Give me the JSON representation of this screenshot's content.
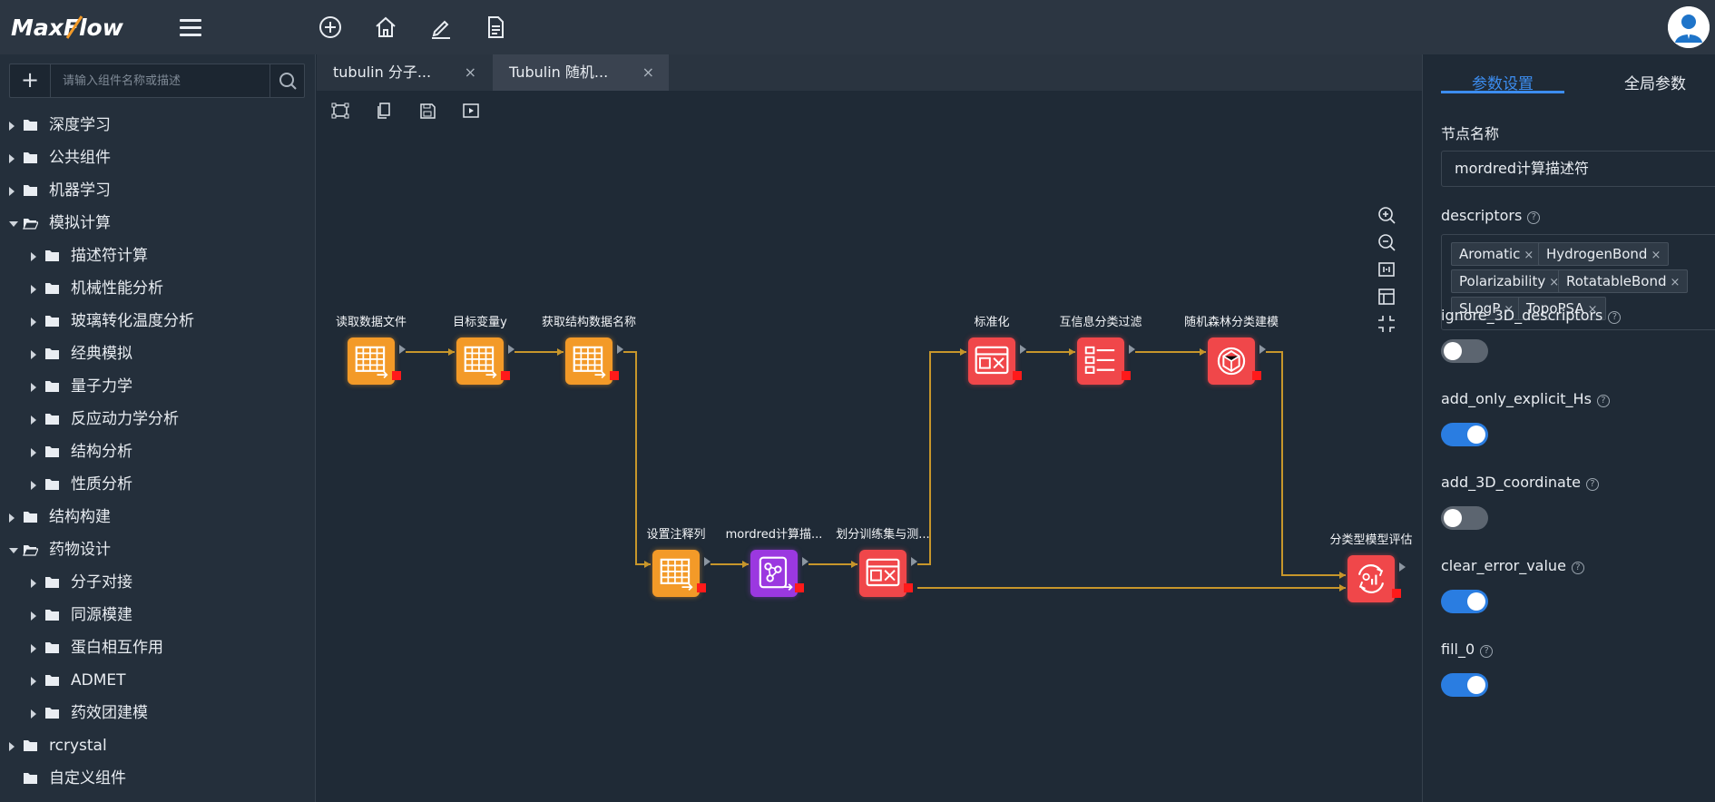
{
  "app": {
    "logo_text": "MaxFlow"
  },
  "topbar": {
    "icons": [
      "plus-circle-icon",
      "home-icon",
      "edit-icon",
      "document-icon"
    ]
  },
  "sidebar": {
    "search_placeholder": "请输入组件名称或描述",
    "tree": [
      {
        "label": "深度学习",
        "level": 0,
        "expanded": false,
        "has_arrow": true
      },
      {
        "label": "公共组件",
        "level": 0,
        "expanded": false,
        "has_arrow": true
      },
      {
        "label": "机器学习",
        "level": 0,
        "expanded": false,
        "has_arrow": true
      },
      {
        "label": "模拟计算",
        "level": 0,
        "expanded": true,
        "has_arrow": true
      },
      {
        "label": "描述符计算",
        "level": 1,
        "expanded": false,
        "has_arrow": true
      },
      {
        "label": "机械性能分析",
        "level": 1,
        "expanded": false,
        "has_arrow": true
      },
      {
        "label": "玻璃转化温度分析",
        "level": 1,
        "expanded": false,
        "has_arrow": true
      },
      {
        "label": "经典模拟",
        "level": 1,
        "expanded": false,
        "has_arrow": true
      },
      {
        "label": "量子力学",
        "level": 1,
        "expanded": false,
        "has_arrow": true
      },
      {
        "label": "反应动力学分析",
        "level": 1,
        "expanded": false,
        "has_arrow": true
      },
      {
        "label": "结构分析",
        "level": 1,
        "expanded": false,
        "has_arrow": true
      },
      {
        "label": "性质分析",
        "level": 1,
        "expanded": false,
        "has_arrow": true
      },
      {
        "label": "结构构建",
        "level": 0,
        "expanded": false,
        "has_arrow": true
      },
      {
        "label": "药物设计",
        "level": 0,
        "expanded": true,
        "has_arrow": true
      },
      {
        "label": "分子对接",
        "level": 1,
        "expanded": false,
        "has_arrow": true
      },
      {
        "label": "同源模建",
        "level": 1,
        "expanded": false,
        "has_arrow": true
      },
      {
        "label": "蛋白相互作用",
        "level": 1,
        "expanded": false,
        "has_arrow": true
      },
      {
        "label": "ADMET",
        "level": 1,
        "expanded": false,
        "has_arrow": true
      },
      {
        "label": "药效团建模",
        "level": 1,
        "expanded": false,
        "has_arrow": true
      },
      {
        "label": "rcrystal",
        "level": 0,
        "expanded": false,
        "has_arrow": true
      },
      {
        "label": "自定义组件",
        "level": 0,
        "expanded": false,
        "has_arrow": false
      }
    ]
  },
  "tabs": [
    {
      "label": "tubulin 分子...",
      "active": false
    },
    {
      "label": "Tubulin 随机...",
      "active": true
    }
  ],
  "tab_close": "×",
  "canvas_toolbar": {
    "icons": [
      "select-area-icon",
      "copy-icon",
      "save-icon",
      "run-icon"
    ]
  },
  "zoom_controls": [
    "zoom-in-icon",
    "zoom-out-icon",
    "fit-icon",
    "layout-icon",
    "fullscreen-exit-icon"
  ],
  "flow": {
    "colors": {
      "orange": "#f39a28",
      "purple": "#9b38e0",
      "red": "#f0474a",
      "edge": "#c7962b"
    },
    "nodes": [
      {
        "id": "n1",
        "label": "读取数据文件",
        "color": "orange",
        "icon": "table-icon"
      },
      {
        "id": "n2",
        "label": "目标变量y",
        "color": "orange",
        "icon": "table-icon"
      },
      {
        "id": "n3",
        "label": "获取结构数据名称",
        "color": "orange",
        "icon": "table-icon"
      },
      {
        "id": "n4",
        "label": "设置注释列",
        "color": "orange",
        "icon": "table-icon"
      },
      {
        "id": "n5",
        "label": "mordred计算描...",
        "color": "purple",
        "icon": "molecule-icon"
      },
      {
        "id": "n6",
        "label": "划分训练集与测...",
        "color": "red",
        "icon": "split-icon"
      },
      {
        "id": "n7",
        "label": "标准化",
        "color": "red",
        "icon": "split-icon"
      },
      {
        "id": "n8",
        "label": "互信息分类过滤",
        "color": "red",
        "icon": "filter-icon"
      },
      {
        "id": "n9",
        "label": "随机森林分类建模",
        "color": "red",
        "icon": "forest-icon"
      },
      {
        "id": "n10",
        "label": "分类型模型评估",
        "color": "red",
        "icon": "evaluate-icon"
      }
    ],
    "edges": [
      [
        "n1",
        "n2"
      ],
      [
        "n2",
        "n3"
      ],
      [
        "n3",
        "n4"
      ],
      [
        "n4",
        "n5"
      ],
      [
        "n5",
        "n6"
      ],
      [
        "n6",
        "n7"
      ],
      [
        "n7",
        "n8"
      ],
      [
        "n8",
        "n9"
      ],
      [
        "n9",
        "n10"
      ],
      [
        "n6",
        "n10"
      ]
    ]
  },
  "panel": {
    "tabs": [
      {
        "label": "参数设置",
        "active": true
      },
      {
        "label": "全局参数",
        "active": false
      }
    ],
    "node_name_label": "节点名称",
    "node_name_value": "mordred计算描述符",
    "descriptors_label": "descriptors",
    "descriptors": [
      "Aromatic",
      "HydrogenBond",
      "Polarizability",
      "RotatableBond",
      "SLogP",
      "TopoPSA"
    ],
    "help_glyph": "?",
    "tag_remove": "×",
    "toggles": [
      {
        "label": "ignore_3D_descriptors",
        "on": false
      },
      {
        "label": "add_only_explicit_Hs",
        "on": true
      },
      {
        "label": "add_3D_coordinate",
        "on": false
      },
      {
        "label": "clear_error_value",
        "on": true
      },
      {
        "label": "fill_0",
        "on": true
      }
    ],
    "accent": "#3c8df0"
  }
}
